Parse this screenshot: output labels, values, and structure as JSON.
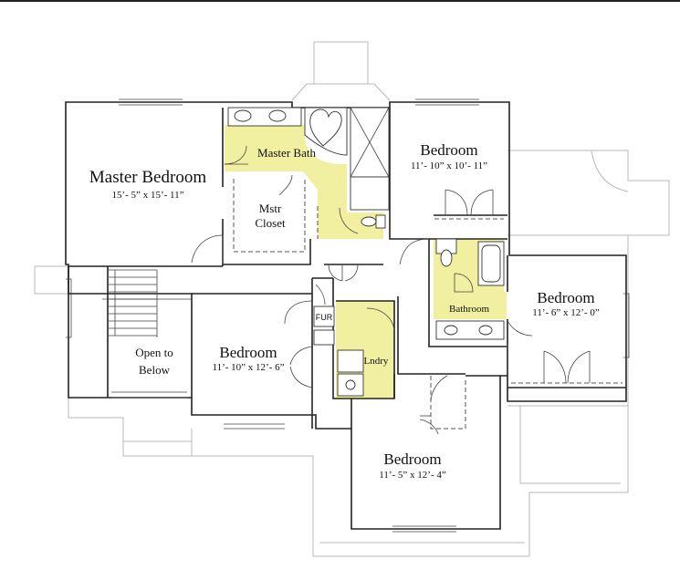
{
  "colors": {
    "wet_area_fill": "#f0f0a0",
    "wall": "#222222",
    "faint_line": "#b9b9b9",
    "background": "#ffffff"
  },
  "rooms": {
    "master_bedroom": {
      "name": "Master Bedroom",
      "dims": "15’- 5” x 15’- 11”"
    },
    "master_bath": {
      "name": "Master Bath"
    },
    "master_closet": {
      "line1": "Mstr",
      "line2": "Closet"
    },
    "bedroom_top": {
      "name": "Bedroom",
      "dims": "11’- 10” x 10’- 11”"
    },
    "bathroom": {
      "name": "Bathroom"
    },
    "bedroom_right": {
      "name": "Bedroom",
      "dims": "11’- 6” x 12’- 0”"
    },
    "open_to_below": {
      "line1": "Open to",
      "line2": "Below"
    },
    "bedroom_mid": {
      "name": "Bedroom",
      "dims": "11’- 10” x 12’- 6”"
    },
    "furnace": {
      "label": "FUR"
    },
    "laundry": {
      "name": "Lndry"
    },
    "bedroom_bottom": {
      "name": "Bedroom",
      "dims": "11’- 5” x 12’- 4”"
    }
  }
}
